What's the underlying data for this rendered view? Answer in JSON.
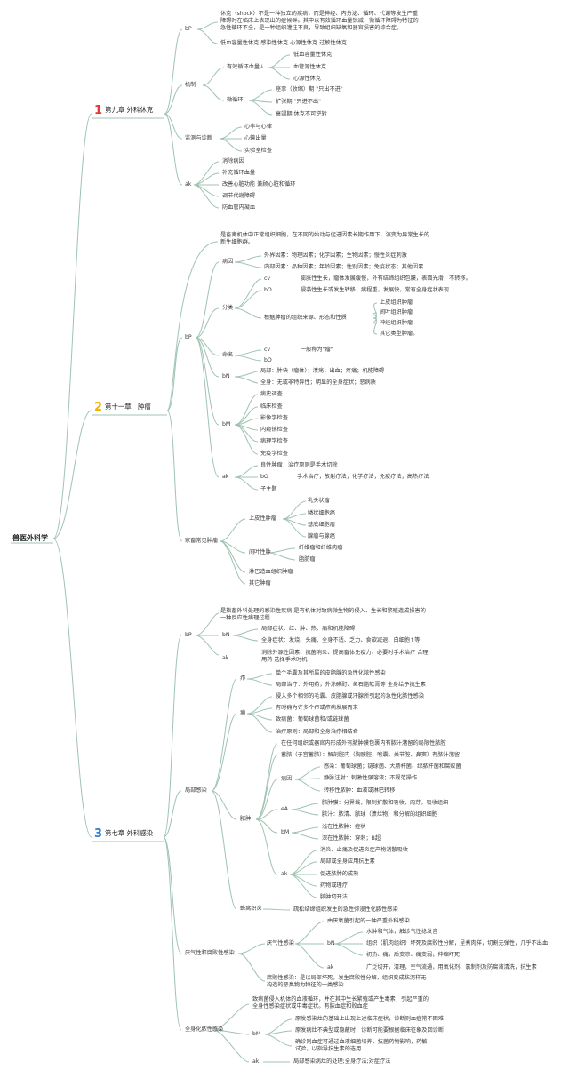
{
  "root": "兽医外科学",
  "chapters": [
    {
      "number": "1",
      "title": "第九章 外科休克",
      "number_color": "#e53935"
    },
    {
      "number": "2",
      "title": "第十一章　肿瘤",
      "number_color": "#f5b400"
    },
    {
      "number": "3",
      "title": "第七章 外科感染",
      "number_color": "#2f7fd1"
    }
  ],
  "ch9": {
    "bp": "bP",
    "def": "休克（shock）不是一种独立的疾病，而是神经、内分泌、循环、代谢等发生严重障碍时在临床上表现出的症候群。其中以有效循环血量锐减，微循环障碍为特征的急性循环不全，是一种组织灌注不良，导致组织缺氧和器官损害的综合症。",
    "types": "低血容量性休克 感染性休克 心源性休克 过敏性休克",
    "mech": "机制",
    "eff": "有效循环血量↓",
    "eff_items": [
      "低血容量性休克",
      "血管源性休克",
      "心源性休克"
    ],
    "micro": "微循环",
    "micro_items": [
      "痉挛（收缩）期 \"只出不进\"",
      "扩张期 \"只进不出\"",
      "衰竭期 休克不可逆转"
    ],
    "monitor": "监测与诊断",
    "monitor_items": [
      "心率与心律",
      "心输出量",
      "实验室检查"
    ],
    "ak": "ak",
    "ak_items": [
      "消除病因",
      "补充循环血量",
      "改善心脏功能 兼顾心脏和循环",
      "调节代谢障碍",
      "防血管内凝血"
    ]
  },
  "ch11": {
    "def": "是畜禽机体中正常组织细胞，在不同的始动与促进因素长期作用下，演变为异常生长的新生细胞群。",
    "bp": "bP",
    "cause": "病因",
    "cause_items": [
      "外界因素：物理因素；化学因素；生物因素；慢性炎症刺激",
      "内部因素：品种因素；年龄因素；性别因素；免疫状态；其他因素"
    ],
    "cls": "分类",
    "cv": "cv",
    "cv_text": "膨胀性生长，瘤体发展缓慢，外有结缔组织包膜，表面光滑，不转移。",
    "bo": "bO",
    "bo_text": "侵袭性生长或发生转移，病程重，发展快，常有全身症状表现",
    "by_origin": "根据肿瘤的组织来源、形态和性质",
    "origin_items": [
      "上皮组织肿瘤",
      "间叶组织肿瘤",
      "神经组织肿瘤",
      "其它类型肿瘤。"
    ],
    "naming": "命名",
    "naming_cv": "cv",
    "naming_cv_text": "一般称为\"瘤\"",
    "naming_bo": "bO",
    "bn": "bN",
    "bn_items": [
      "局部：肿块（瘤体）；溃疡；出血；疼痛；机能障碍",
      "全身：无或非特异性；明显的全身症状；恶病质"
    ],
    "bm": "bM",
    "bm_items": [
      "病史调查",
      "临床检查",
      "影像学检查",
      "内窥镜检查",
      "病理学检查",
      "免疫学检查"
    ],
    "ak": "ak",
    "ak_benign": "良性肿瘤：治疗原则是手术切除",
    "ak_bo": "bO",
    "ak_bo_text": "手术治疗；放射疗法；化学疗法；免疫疗法；高热疗法",
    "ak_other": "子主题",
    "common": "家畜常见肿瘤",
    "epi": "上皮性肿瘤",
    "epi_items": [
      "乳头状瘤",
      "鳞状细胞癌",
      "基底细胞瘤",
      "腺瘤与腺癌"
    ],
    "mes": "间叶性肿",
    "mes_items": [
      "纤维瘤和纤维肉瘤",
      "脂肪瘤"
    ],
    "lymph": "淋巴造血组织肿瘤",
    "others": "其它肿瘤"
  },
  "ch7": {
    "def": "是指畜外科处理的感染性疾病,是有机体对致病微生物的侵入、生长和繁殖造成损害的一种反应性病理过程",
    "bp": "bP",
    "bn": "bN",
    "bn_items": [
      "局部症状：红、肿、热、痛和机能障碍",
      "全身症状：发烧、头痛、全身不适、乏力、食欲减退、白细胞↑等"
    ],
    "ak": "ak",
    "ak_text": "消除外源性因素、抗菌消炎、提高畜体免疫力、必要时手术治疗 合理用药 选择手术时机",
    "local": "局部感染",
    "furuncle": "疖",
    "furuncle_items": [
      "单个毛囊及其所属的皮脂腺的急性化脓性感染",
      "局部治疗：外用药，外涂碘酊、鱼石脂软膏等 全身给予抗生素"
    ],
    "carbuncle": "痈",
    "carbuncle_items": [
      "侵入多个相邻的毛囊、皮脂腺或汗腺所引起的急性化脓性感染",
      "有时痈为许多个疖或疖病发展而来",
      "致病菌：葡萄球菌和/或链球菌",
      "治疗原则：局部和全身治疗相结合"
    ],
    "abscess": "脓肿",
    "abscess_def": "在任何组织或器官内形成外有脓肿膜包裹内有脓汁潴留的局限性脓腔",
    "abscess_item2": "蓄脓（子宫蓄脓）：解剖腔内（胸膜腔、喉囊、关节腔、鼻窦）有脓汁潴留",
    "cause": "病因",
    "cause_items": [
      "感染：葡萄球菌；链球菌、大肠杆菌、绿脓杆菌和腐败菌",
      "静脉注射：刺激性强溶液；不规范操作",
      "转移性脓肿：血液或淋巴转移"
    ],
    "ea": "eA",
    "ea_items": [
      "脓肿膜：分界线，限制扩散和吸收，肉芽，吸收组织",
      "脓汁：脓清、脓球（溃烂物）和分解的组织细胞"
    ],
    "bm": "bM",
    "bm_items": [
      "浅在性脓肿：症状",
      "深在性脓肿：穿刺；B超"
    ],
    "abscess_ak": "ak",
    "abscess_ak_items": [
      "消炎、止痛及促进炎症产物消散吸收",
      "局部或全身应用抗生素",
      "促进脓肿的成熟",
      "药物或理疗",
      "脓肿切开法"
    ],
    "cellulitis": "蜂窝织炎",
    "cellulitis_text": "疏松结缔组织发生的急性弥漫性化脓性感染",
    "anaerobic": "厌气性和腐败性感染",
    "gas": "厌气性感染",
    "gas_def": "由厌氧菌引起的一种严重外科感染",
    "gas_bn": "bN",
    "gas_bn_items": [
      "水肿和气体，触诊气性捻发音",
      "组织（肌肉组织）坏死及腐败性分解，呈煮肉样，切割无弹性，几乎不出血",
      "初热、痛，后变凉、痛变弱，伸缩坏死"
    ],
    "gas_ak": "ak",
    "gas_ak_text": "广泛切开，清理，空气流通，用氧化剂、氯制剂及防腐液清洗，抗生素",
    "putrid": "腐败性感染：是以局部坏死，发生腐败性分解，组织变成粘泥样无构造的恶臭物为特征的一类感染",
    "sepsis": "全身化脓性感染",
    "sepsis_def": "致病菌侵入机体的血液循环，并在其中生长繁殖或产生毒素，引起严重的全身性感染症状或中毒症状。有脓血症和败血症",
    "sepsis_bm": "bM",
    "sepsis_bm_items": [
      "原发感染灶的基础上出现上述临床症状，诊断则血症常不困难",
      "原发病灶不典型或隐蔽时，诊断可能要根据临床征象及回诊断",
      "确诊则血症可通过血液细菌培养，抗菌药物影响，药敏试验，以指导抗生素的选用"
    ],
    "sepsis_ak": "ak",
    "sepsis_ak_text": "局部感染病灶的处理;全身疗法;对症疗法"
  }
}
